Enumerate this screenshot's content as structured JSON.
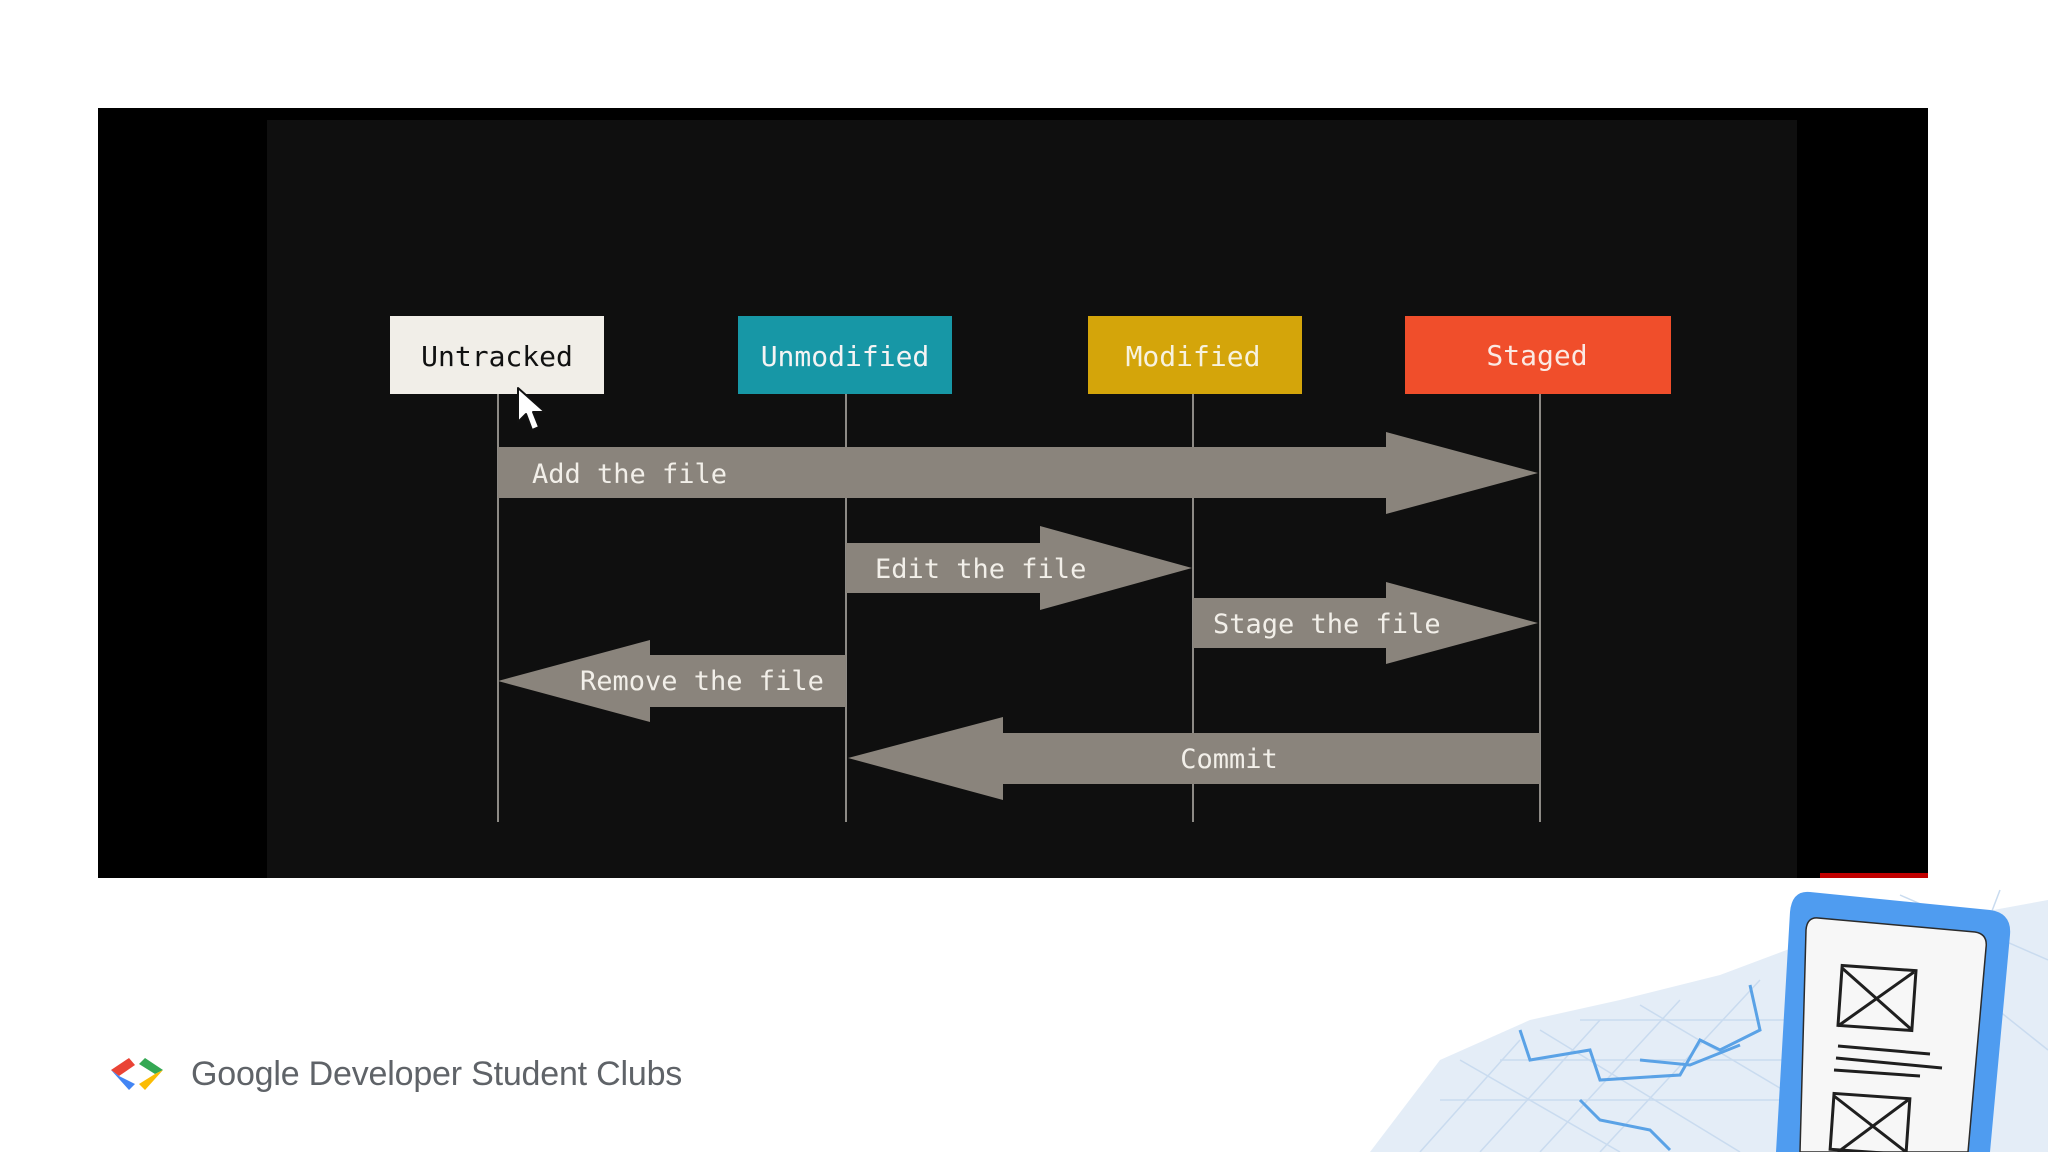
{
  "states": [
    {
      "id": "untracked",
      "label": "Untracked",
      "fill": "#f1eee8",
      "text_color": "#111111"
    },
    {
      "id": "unmodified",
      "label": "Unmodified",
      "fill": "#1797a6",
      "text_color": "#f4f4f4"
    },
    {
      "id": "modified",
      "label": "Modified",
      "fill": "#d4a50a",
      "text_color": "#f7f2df"
    },
    {
      "id": "staged",
      "label": "Staged",
      "fill": "#f04e2b",
      "text_color": "#fbe9e3"
    }
  ],
  "transitions": [
    {
      "id": "add",
      "label": "Add the file",
      "from": "untracked",
      "to": "staged"
    },
    {
      "id": "edit",
      "label": "Edit the file",
      "from": "unmodified",
      "to": "modified"
    },
    {
      "id": "stage",
      "label": "Stage the file",
      "from": "modified",
      "to": "staged"
    },
    {
      "id": "remove",
      "label": "Remove the file",
      "from": "unmodified",
      "to": "untracked"
    },
    {
      "id": "commit",
      "label": "Commit",
      "from": "staged",
      "to": "unmodified"
    }
  ],
  "colors": {
    "arrow": "#8a847c",
    "lifeline": "#8d8a85",
    "video_background": "#0f0f0f"
  },
  "footer": {
    "brand_text": "Google Developer Student Clubs"
  }
}
